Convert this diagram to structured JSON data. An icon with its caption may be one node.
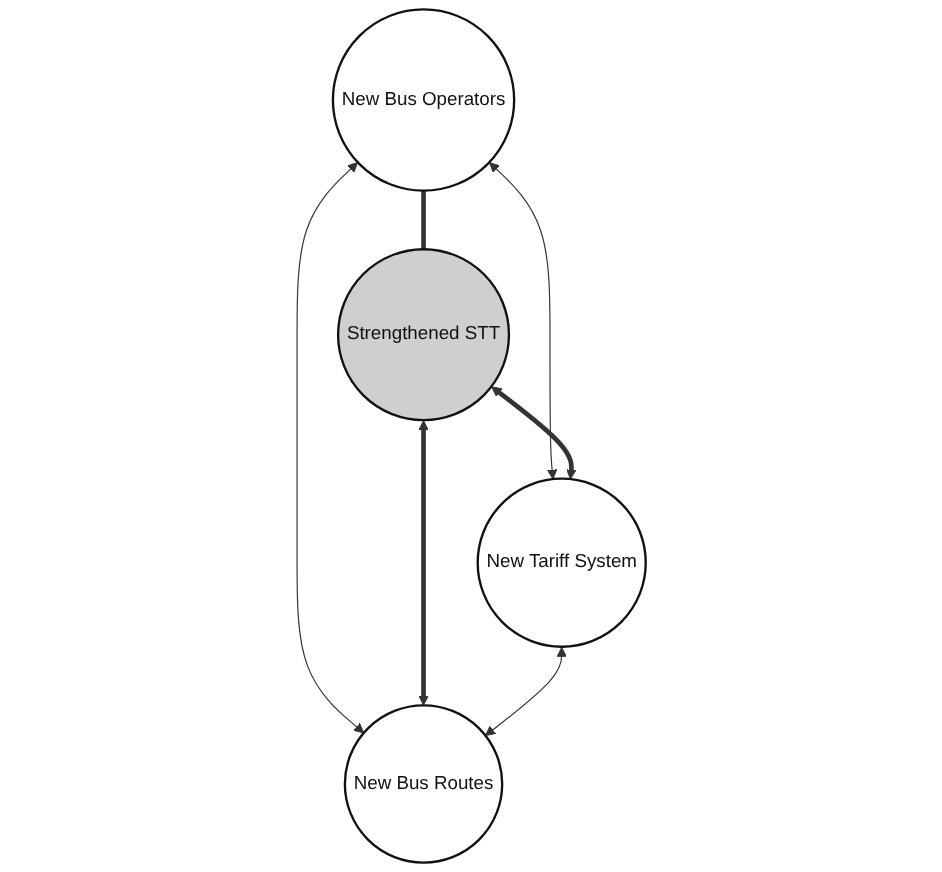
{
  "diagram": {
    "nodes": [
      {
        "text": [
          "New Bus Operators"
        ]
      },
      {
        "text": [
          "Strengthened STT"
        ]
      },
      {
        "text": [
          "New Tariff System"
        ]
      },
      {
        "text": [
          "New Bus Routes"
        ]
      }
    ],
    "edges": [
      {
        "from": 0,
        "to": 1,
        "arrow": "none",
        "style": "thick"
      },
      {
        "from": 0,
        "to": 2,
        "arrow": "both"
      },
      {
        "from": 0,
        "to": 3,
        "arrow": "both"
      },
      {
        "from": 1,
        "to": 2,
        "arrow": "both",
        "style": "thick"
      },
      {
        "from": 1,
        "to": 3,
        "arrow": "both",
        "style": "thick"
      },
      {
        "from": 2,
        "to": 3,
        "arrow": "both"
      }
    ]
  }
}
